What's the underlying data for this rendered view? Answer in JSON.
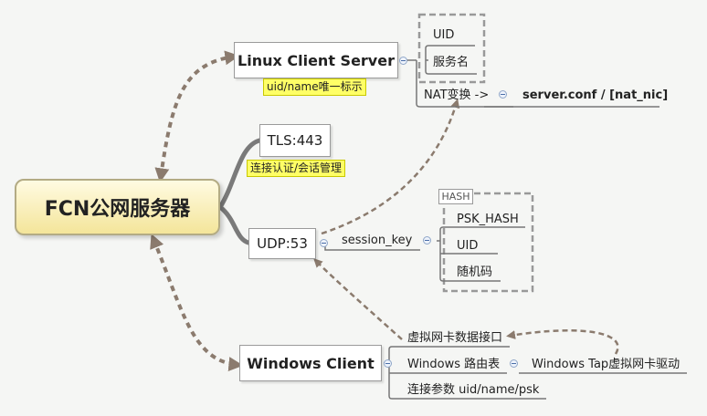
{
  "central": "FCN公网服务器",
  "linux": {
    "title": "Linux Client Server",
    "note": "uid/name唯一标示",
    "group_items": [
      "UID",
      "服务名"
    ],
    "nat_label": "NAT变换 ->",
    "nat_target": "server.conf / [nat_nic]"
  },
  "tls": {
    "title": "TLS:443",
    "note": "连接认证/会话管理"
  },
  "udp": {
    "title": "UDP:53",
    "session_key": "session_key",
    "hash_tag": "HASH",
    "hash_items": [
      "PSK_HASH",
      "UID",
      "随机码"
    ]
  },
  "windows": {
    "title": "Windows Client",
    "items": [
      "虚拟网卡数据接口",
      "Windows 路由表",
      "连接参数 uid/name/psk"
    ],
    "tap_driver": "Windows Tap虚拟网卡驱动"
  },
  "colors": {
    "dashed_link": "#8b7b6e",
    "branch": "#7a7a7a",
    "central_fill": "#f4e59a",
    "note_fill": "#ffff66"
  }
}
